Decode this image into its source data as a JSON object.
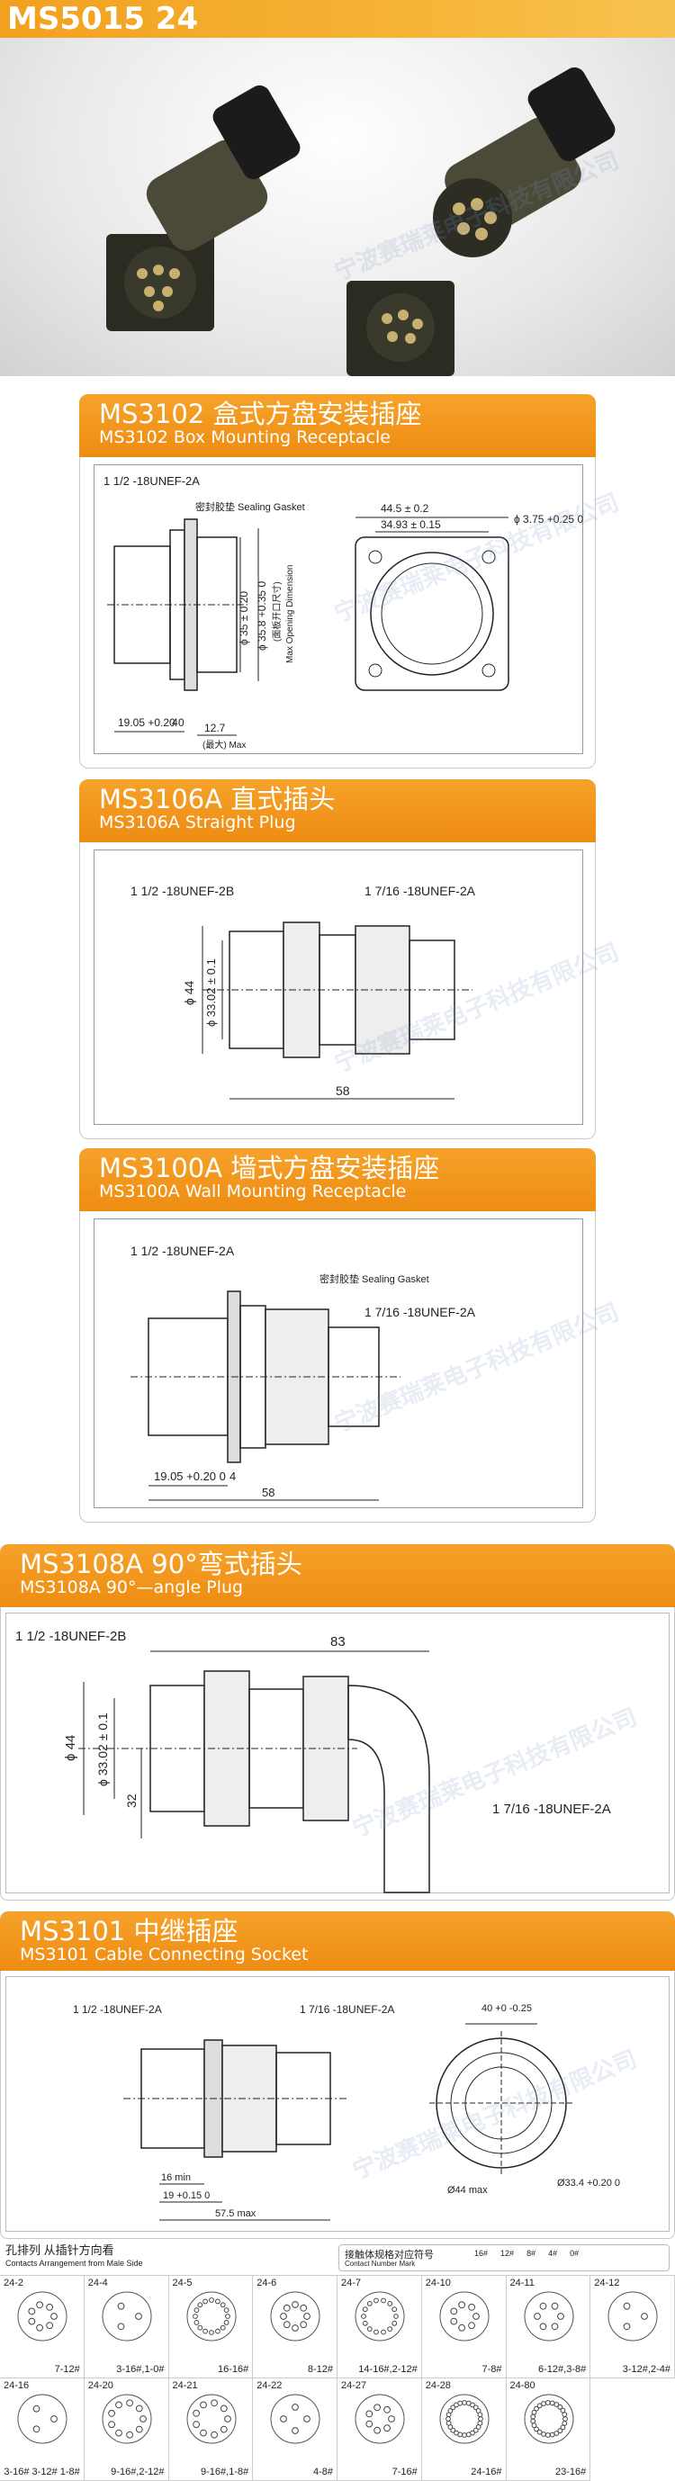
{
  "header": {
    "title": "MS5015   24",
    "title_color": "#f2a01e"
  },
  "watermark": "宁波赛瑞莱电子科技有限公司",
  "sections": {
    "ms3102": {
      "title_cn": "MS3102 盒式方盘安装插座",
      "title_en": "MS3102 Box Mounting Receptacle",
      "labels": {
        "thread": "1 1/2 -18UNEF-2A",
        "gasket": "密封胶垫 Sealing Gasket",
        "d1": "ϕ 35 ± 0.20",
        "d2": "ϕ 35.8 +0.35 0",
        "panel_cn": "(面板开口尺寸)",
        "panel_en": "Max Opening Dimension",
        "len1": "19.05 +0.20 0",
        "len2": "4",
        "len3": "12.7",
        "len3_note": "(最大) Max",
        "w1": "44.5 ± 0.2",
        "w2": "34.93 ± 0.15",
        "hole": "ϕ 3.75 +0.25 0"
      }
    },
    "ms3106a": {
      "title_cn": "MS3106A  直式插头",
      "title_en": "MS3106A Straight Plug",
      "labels": {
        "thread_left": "1 1/2 -18UNEF-2B",
        "thread_right": "1 7/16 -18UNEF-2A",
        "d_outer": "ϕ 44",
        "d_inner": "ϕ 33.02 ± 0.1",
        "length": "58"
      }
    },
    "ms3100a": {
      "title_cn": "MS3100A  墙式方盘安装插座",
      "title_en": "MS3100A Wall Mounting Receptacle",
      "labels": {
        "thread_left": "1 1/2 -18UNEF-2A",
        "gasket": "密封胶垫 Sealing Gasket",
        "thread_right": "1 7/16 -18UNEF-2A",
        "len1": "19.05 +0.20 0",
        "len2": "4",
        "length": "58"
      }
    },
    "ms3108a": {
      "title_cn": "MS3108A  90°弯式插头",
      "title_en": "MS3108A 90°—angle Plug",
      "labels": {
        "thread_left": "1 1/2 -18UNEF-2B",
        "length": "83",
        "d_outer": "ϕ 44",
        "d_inner": "ϕ 33.02 ± 0.1",
        "height": "32",
        "thread_right": "1 7/16 -18UNEF-2A"
      }
    },
    "ms3101": {
      "title_cn": "MS3101  中继插座",
      "title_en": "MS3101 Cable Connecting Socket",
      "labels": {
        "thread_left": "1 1/2 -18UNEF-2A",
        "thread_right": "1 7/16 -18UNEF-2A",
        "min": "16 min",
        "len1": "19 +0.15 0",
        "max": "57.5 max",
        "w": "40 +0 -0.25",
        "d_max": "Ø44 max",
        "d2": "Ø33.4 +0.20 0"
      }
    }
  },
  "contacts": {
    "title_cn": "孔排列  从插针方向看",
    "title_en": "Contacts Arrangement from Male Side",
    "mark_cn": "接触体规格对应符号",
    "mark_en": "Contact Number Mark",
    "mark_items": [
      "16#",
      "12#",
      "8#",
      "4#",
      "0#"
    ],
    "items": [
      {
        "code": "24-2",
        "desc": "7-12#"
      },
      {
        "code": "24-4",
        "desc": "3-16#,1-0#"
      },
      {
        "code": "24-5",
        "desc": "16-16#"
      },
      {
        "code": "24-6",
        "desc": "8-12#"
      },
      {
        "code": "24-7",
        "desc": "14-16#,2-12#"
      },
      {
        "code": "24-10",
        "desc": "7-8#"
      },
      {
        "code": "24-11",
        "desc": "6-12#,3-8#"
      },
      {
        "code": "24-12",
        "desc": "3-12#,2-4#"
      },
      {
        "code": "24-16",
        "desc": "3-16# 3-12# 1-8#"
      },
      {
        "code": "24-20",
        "desc": "9-16#,2-12#"
      },
      {
        "code": "24-21",
        "desc": "9-16#,1-8#"
      },
      {
        "code": "24-22",
        "desc": "4-8#"
      },
      {
        "code": "24-27",
        "desc": "7-16#"
      },
      {
        "code": "24-28",
        "desc": "24-16#"
      },
      {
        "code": "24-80",
        "desc": "23-16#"
      }
    ]
  }
}
